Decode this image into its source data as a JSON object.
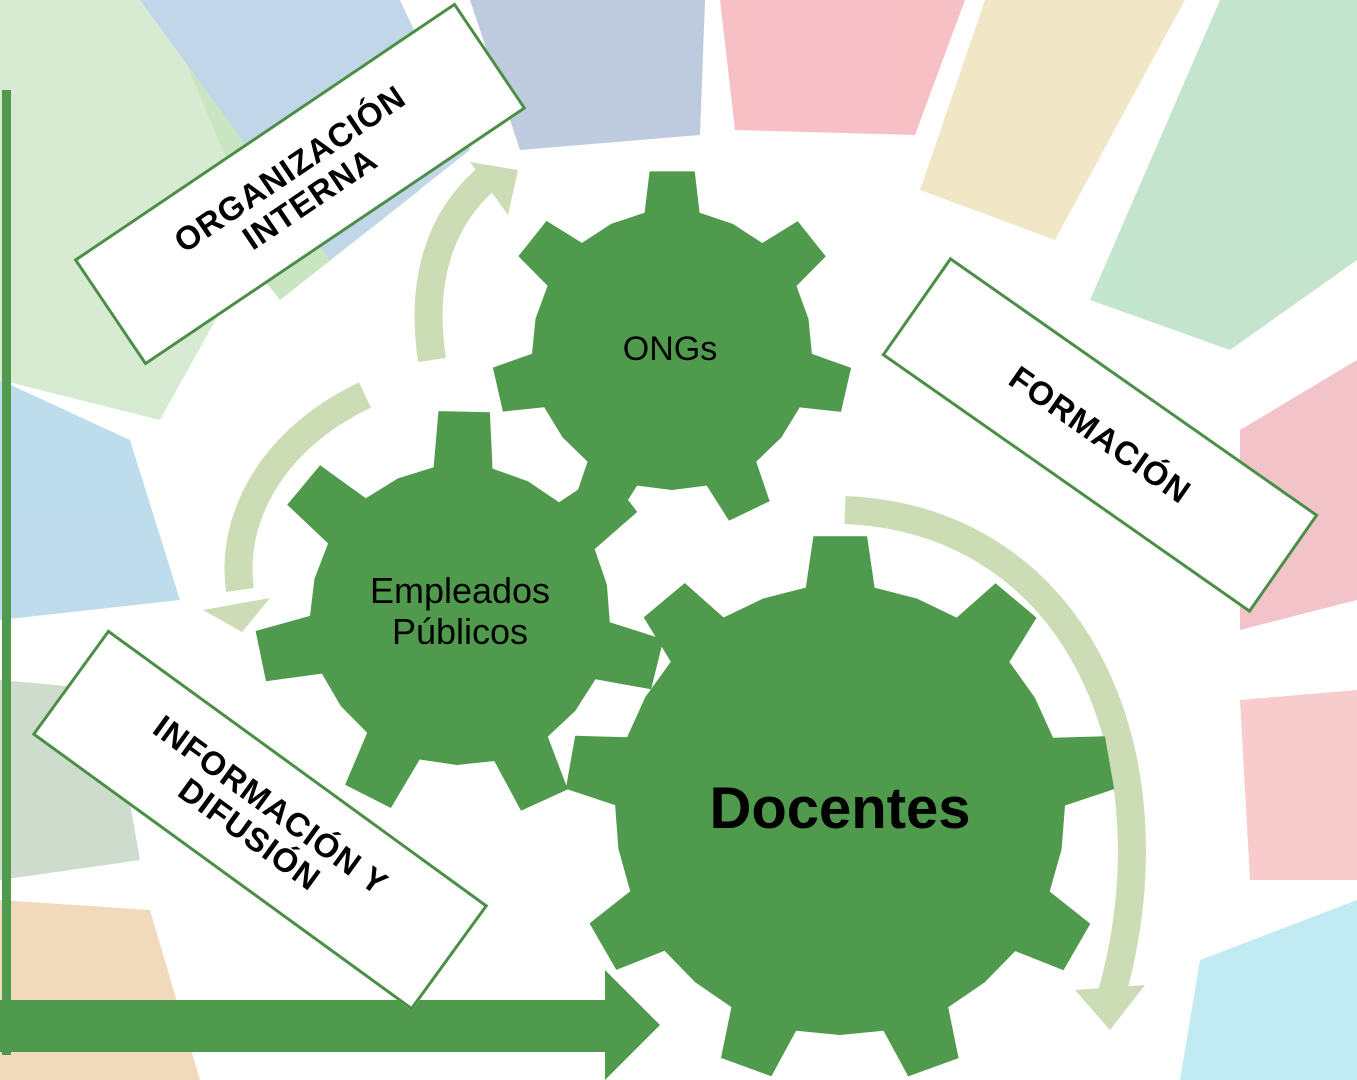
{
  "labels": {
    "organizacion": "ORGANIZACIÓN INTERNA",
    "formacion": "FORMACIÓN",
    "informacion": "INFORMACIÓN Y DIFUSIÓN"
  },
  "gears": {
    "ongs": "ONGs",
    "empleados": "Empleados Públicos",
    "docentes": "Docentes"
  },
  "colors": {
    "gear": "#4f9a4c",
    "arrow": "#ccdcb4",
    "border": "#4a8f45"
  }
}
